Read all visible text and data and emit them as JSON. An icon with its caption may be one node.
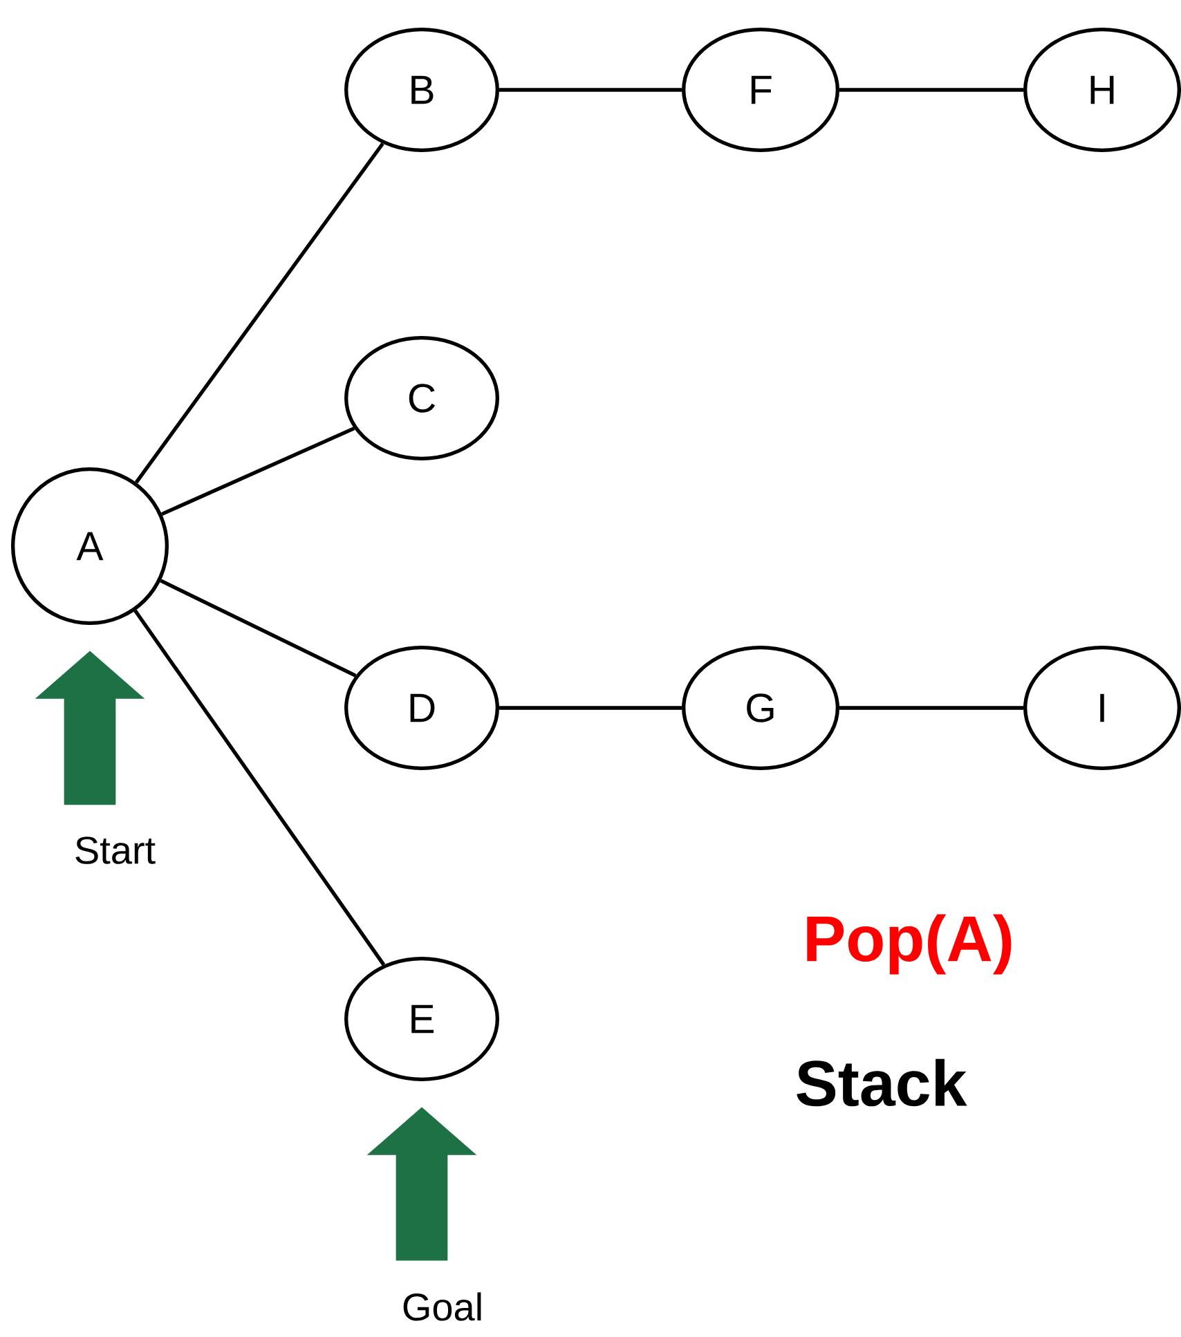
{
  "diagram": {
    "nodes": [
      {
        "text": [
          "A"
        ]
      },
      {
        "text": [
          "B"
        ]
      },
      {
        "text": [
          "C"
        ]
      },
      {
        "text": [
          "D"
        ]
      },
      {
        "text": [
          "E"
        ]
      },
      {
        "text": [
          "F"
        ]
      },
      {
        "text": [
          "G"
        ]
      },
      {
        "text": [
          "H"
        ]
      },
      {
        "text": [
          "I"
        ]
      },
      {
        "text": [
          "Start"
        ]
      },
      {
        "text": [
          "Goal"
        ]
      }
    ],
    "edges": [
      {
        "from": 0,
        "to": 1,
        "arrow": "none"
      },
      {
        "from": 0,
        "to": 2,
        "arrow": "none"
      },
      {
        "from": 0,
        "to": 3,
        "arrow": "none"
      },
      {
        "from": 0,
        "to": 4,
        "arrow": "none"
      },
      {
        "from": 1,
        "to": 5,
        "arrow": "none"
      },
      {
        "from": 5,
        "to": 7,
        "arrow": "none"
      },
      {
        "from": 3,
        "to": 6,
        "arrow": "none"
      },
      {
        "from": 6,
        "to": 8,
        "arrow": "none"
      },
      {
        "from": 9,
        "to": 0,
        "arrow": "to",
        "style": "thick",
        "color": "#1e7145"
      },
      {
        "from": 10,
        "to": 4,
        "arrow": "to",
        "style": "thick",
        "color": "#1e7145"
      }
    ],
    "labels": [
      "Pop(A)",
      "Stack"
    ]
  }
}
